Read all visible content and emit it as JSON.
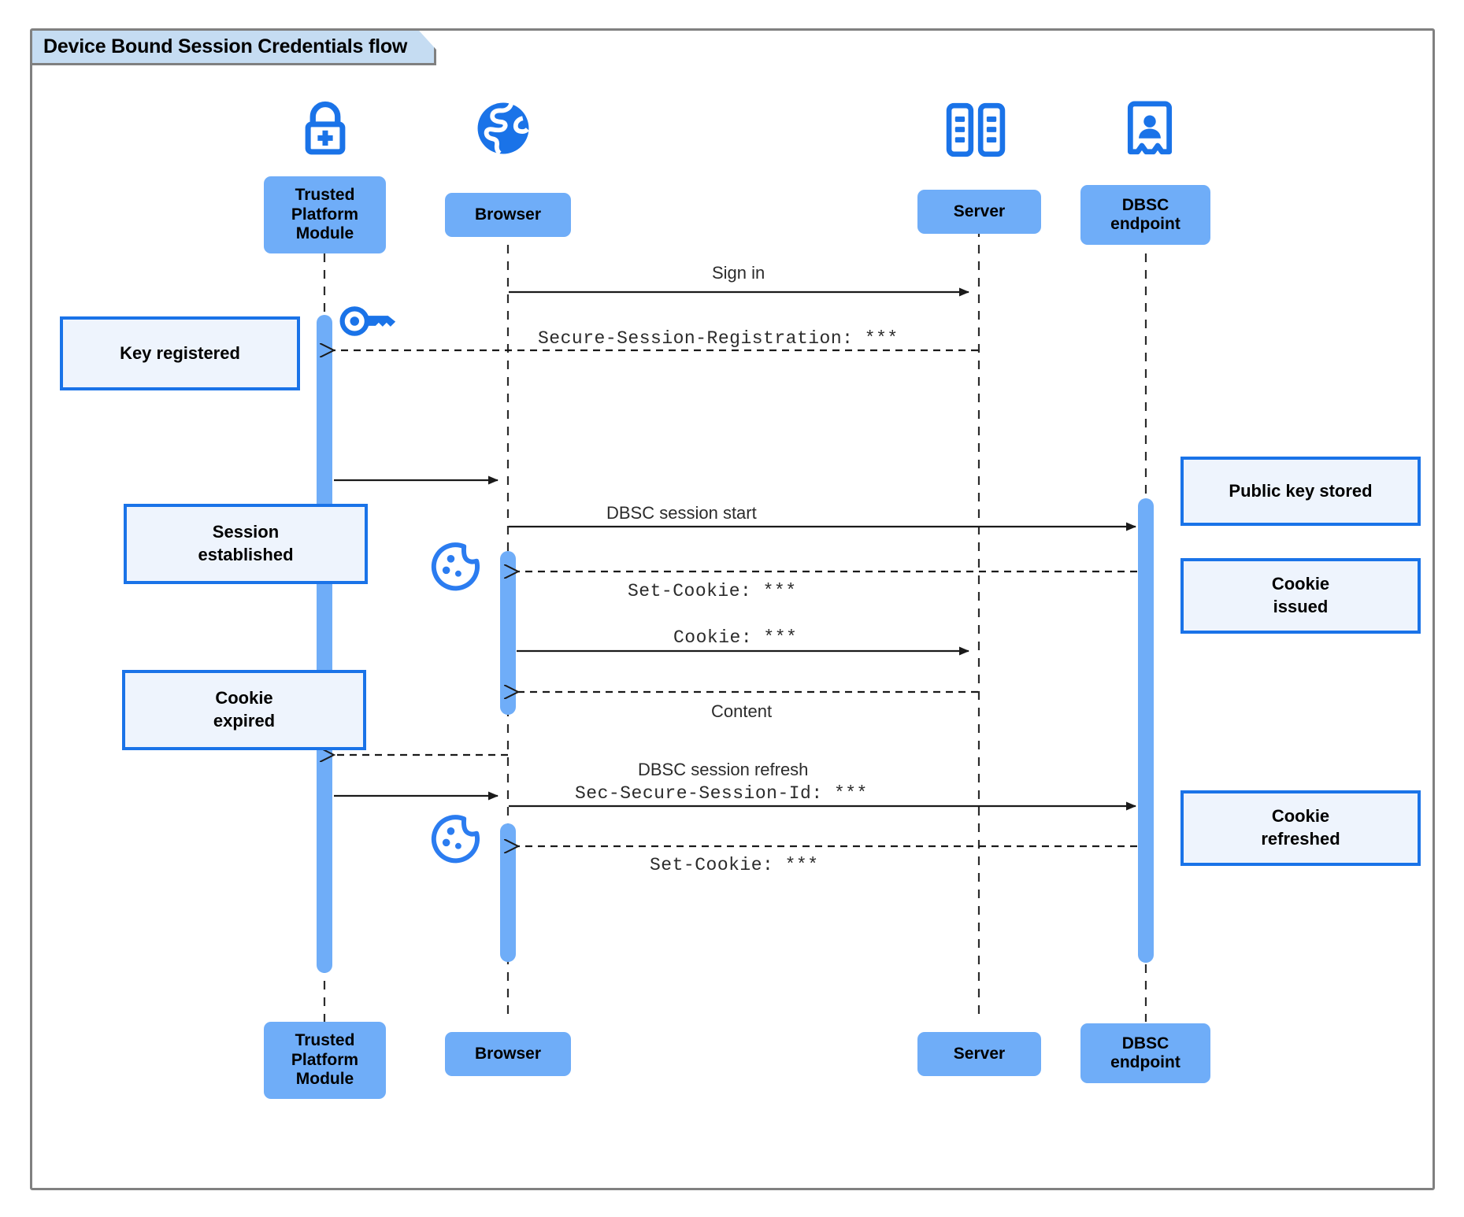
{
  "diagram": {
    "title": "Device Bound Session Credentials flow",
    "type": "uml-sequence",
    "colors": {
      "participant_fill": "#6fadf8",
      "note_fill": "#eef4fd",
      "note_border": "#1a73e8",
      "icon_blue": "#1a73e8",
      "frame_border": "#808080",
      "title_tab_fill": "#c5dcf2",
      "activation_fill": "#6fadf8",
      "line": "#000000"
    }
  },
  "participants": [
    {
      "id": "tpm",
      "label": "Trusted\nPlatform\nModule",
      "label_line1": "Trusted",
      "label_line2": "Platform",
      "label_line3": "Module",
      "icon": "lock-plus-icon"
    },
    {
      "id": "browser",
      "label": "Browser",
      "icon": "globe-icon"
    },
    {
      "id": "server",
      "label": "Server",
      "icon": "server-rack-icon"
    },
    {
      "id": "dbsc",
      "label": "DBSC\nendpoint",
      "label_line1": "DBSC",
      "label_line2": "endpoint",
      "icon": "id-badge-icon"
    }
  ],
  "messages": [
    {
      "id": "m1",
      "from": "browser",
      "to": "server",
      "label": "Sign in",
      "style": "solid",
      "font": "sans"
    },
    {
      "id": "m2",
      "from": "server",
      "to": "tpm",
      "label": "Secure-Session-Registration: ***",
      "style": "dashed",
      "font": "mono"
    },
    {
      "id": "m3",
      "from": "tpm",
      "to": "browser",
      "label": "",
      "style": "solid",
      "font": "sans"
    },
    {
      "id": "m4",
      "from": "browser",
      "to": "dbsc",
      "label": "DBSC session start",
      "style": "solid",
      "font": "sans"
    },
    {
      "id": "m5",
      "from": "dbsc",
      "to": "browser",
      "label": "Set-Cookie: ***",
      "style": "dashed",
      "font": "mono"
    },
    {
      "id": "m6",
      "from": "browser",
      "to": "server",
      "label": "Cookie: ***",
      "style": "solid",
      "font": "mono"
    },
    {
      "id": "m7",
      "from": "server",
      "to": "browser",
      "label": "Content",
      "style": "dashed",
      "font": "sans"
    },
    {
      "id": "m8",
      "from": "browser",
      "to": "tpm",
      "label": "",
      "style": "dashed",
      "font": "sans"
    },
    {
      "id": "m9",
      "from": "tpm",
      "to": "browser",
      "label": "",
      "style": "solid",
      "font": "sans"
    },
    {
      "id": "m10",
      "from": "browser",
      "to": "dbsc",
      "label": "DBSC session refresh",
      "label2": "Sec-Secure-Session-Id: ***",
      "style": "solid",
      "font": "sans"
    },
    {
      "id": "m11",
      "from": "dbsc",
      "to": "browser",
      "label": "Set-Cookie: ***",
      "style": "dashed",
      "font": "mono"
    }
  ],
  "notes": [
    {
      "id": "n1",
      "side": "left",
      "text": "Key registered",
      "line1": "Key registered",
      "line2": ""
    },
    {
      "id": "n2",
      "side": "left",
      "text": "Session established",
      "line1": "Session",
      "line2": "established"
    },
    {
      "id": "n3",
      "side": "left",
      "text": "Cookie expired",
      "line1": "Cookie",
      "line2": "expired"
    },
    {
      "id": "n4",
      "side": "right",
      "text": "Public key stored",
      "line1": "Public key stored",
      "line2": ""
    },
    {
      "id": "n5",
      "side": "right",
      "text": "Cookie issued",
      "line1": "Cookie",
      "line2": "issued"
    },
    {
      "id": "n6",
      "side": "right",
      "text": "Cookie refreshed",
      "line1": "Cookie",
      "line2": "refreshed"
    }
  ],
  "inline_icons": [
    {
      "id": "key1",
      "name": "key-icon",
      "near": "tpm"
    },
    {
      "id": "cookie1",
      "name": "cookie-icon",
      "near": "browser"
    },
    {
      "id": "cookie2",
      "name": "cookie-icon",
      "near": "browser"
    }
  ]
}
